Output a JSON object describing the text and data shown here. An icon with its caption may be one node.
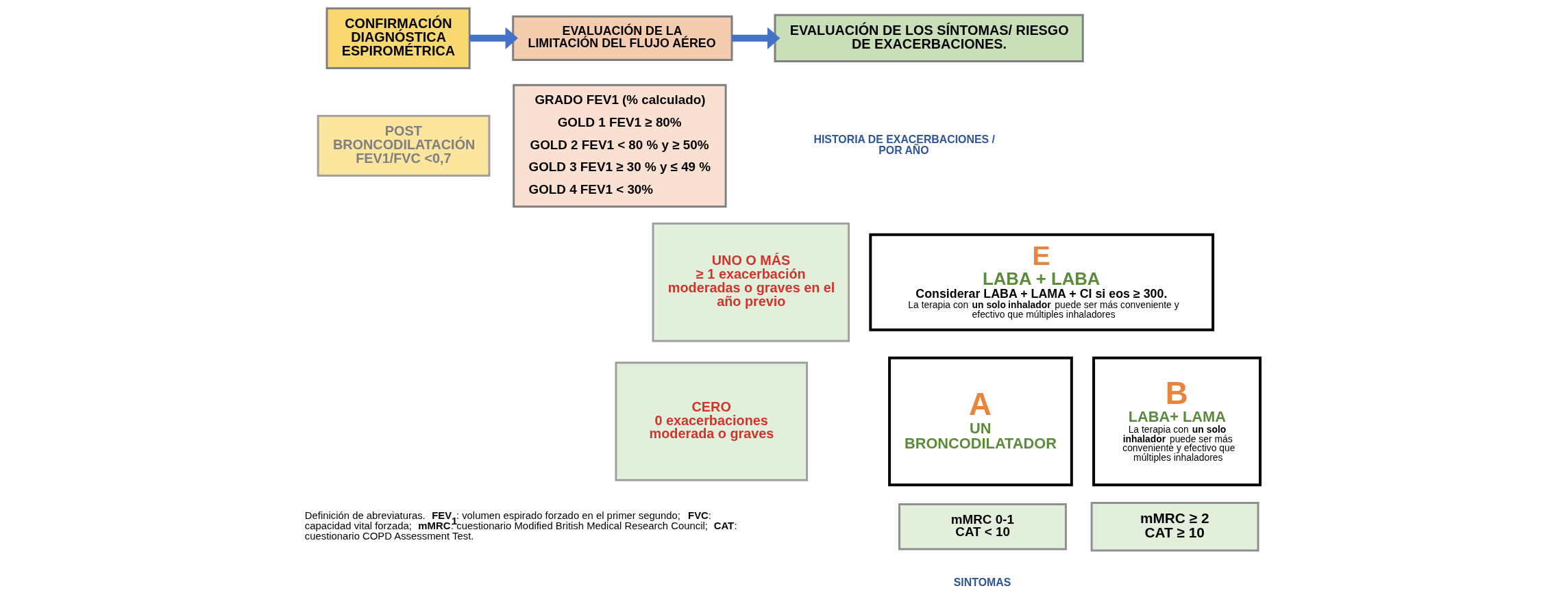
{
  "diagram": {
    "nodes": [
      {
        "text": [
          "CONFIRMACIÓN DIAGNÓSTICA ESPIROMÉTRICA"
        ]
      },
      {
        "text": [
          "POST BRONCODILATACIÓN FEV1/FVC <0,7"
        ]
      },
      {
        "text": [
          "EVALUACIÓN DE LA LIMITACIÓN DEL FLUJO AÉREO"
        ]
      },
      {
        "text": [
          "GRADO FEV1 (% calculado)",
          "GOLD 1 FEV1 ≥ 80%",
          "GOLD 2 FEV1 < 80 % y ≥ 50%",
          "GOLD 3 FEV1 ≥ 30 % y ≤ 49 %",
          "GOLD 4 FEV1 < 30%"
        ]
      },
      {
        "text": [
          "EVALUACIÓN DE LOS SÍNTOMAS/ RIESGO DE EXACERBACIONES."
        ]
      },
      {
        "text": [
          "UNO O MÁS",
          "≥ 1 exacerbación moderadas o graves en el año previo"
        ]
      },
      {
        "text": [
          "CERO",
          "0 exacerbaciones moderada o graves"
        ]
      },
      {
        "text": [
          "E",
          "LABA + LABA",
          "Considerar LABA + LAMA + CI si eos ≥ 300.",
          "La terapia con **un solo inhalador** puede ser más conveniente y efectivo que múltiples inhaladores"
        ]
      },
      {
        "text": [
          "A",
          "UN BRONCODILATADOR"
        ]
      },
      {
        "text": [
          "B",
          "LABA+ LAMA",
          "La terapia con **un solo inhalador** puede ser más conveniente y efectivo que múltiples inhaladores"
        ]
      },
      {
        "text": [
          "mMRC 0-1",
          "CAT < 10"
        ]
      },
      {
        "text": [
          "mMRC ≥ 2",
          "CAT ≥ 10"
        ]
      }
    ],
    "edges": [
      {
        "from": 0,
        "to": 2,
        "arrow": "to"
      },
      {
        "from": 2,
        "to": 4,
        "arrow": "to"
      }
    ],
    "labels": [
      "HISTORIA DE EXACERBACIONES / POR AÑO",
      "Definición de abreviaturas. **FEV$_{1}$**: volumen espirado forzado en el primer segundo; **FVC**: capacidad vital forzada; **mMRC**: cuestionario Modified British Medical Research Council; **CAT**: cuestionario COPD Assessment Test.",
      "SINTOMAS"
    ]
  }
}
